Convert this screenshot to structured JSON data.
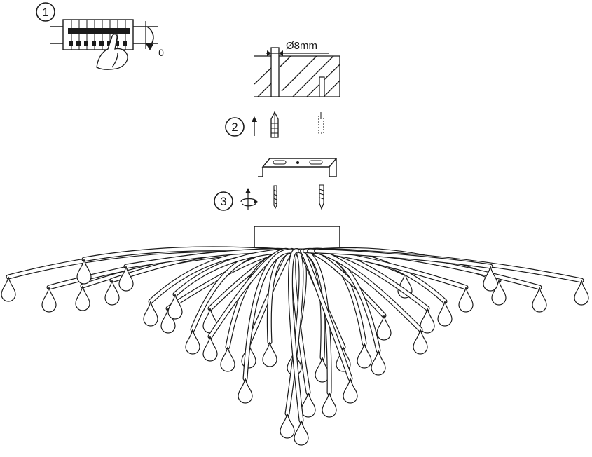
{
  "steps": {
    "one": "1",
    "two": "2",
    "three": "3"
  },
  "switch_label": "0",
  "drill_label": "Ø8mm",
  "line_color": "#1a1a1a",
  "background_color": "#ffffff",
  "icons": [
    "circuit-breaker-icon",
    "hand-icon",
    "arrow-icon",
    "drill-hole-icon",
    "wall-plug-icon",
    "screw-icon",
    "mounting-bracket-icon",
    "screwdriver-rotate-icon",
    "canopy-icon",
    "crystal-drop-icon"
  ]
}
